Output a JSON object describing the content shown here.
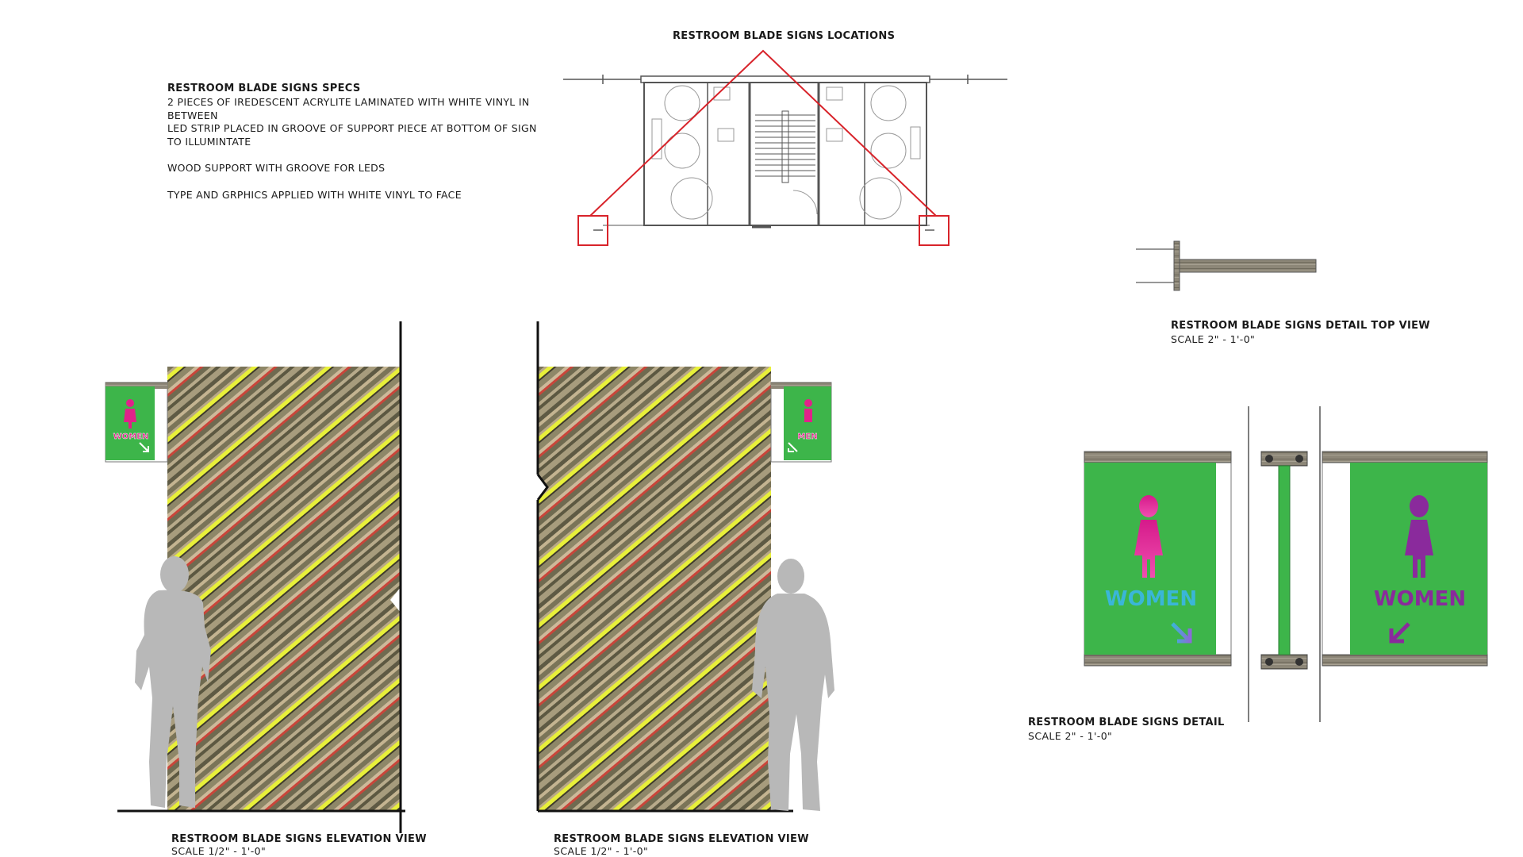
{
  "specs": {
    "title": "RESTROOM BLADE SIGNS SPECS",
    "lines": [
      "2 PIECES OF IREDESCENT ACRYLITE LAMINATED WITH WHITE VINYL IN BETWEEN",
      "LED STRIP PLACED IN GROOVE OF SUPPORT PIECE AT BOTTOM OF SIGN TO ILLUMINTATE",
      "WOOD SUPPORT WITH GROOVE FOR LEDS",
      "TYPE AND GRPHICS APPLIED WITH WHITE VINYL TO FACE"
    ]
  },
  "locations": {
    "title": "RESTROOM BLADE SIGNS LOCATIONS"
  },
  "elevation_left": {
    "title": "RESTROOM BLADE SIGNS ELEVATION VIEW",
    "scale": "SCALE 1/2\" - 1'-0\"",
    "sign_label": "WOMEN"
  },
  "elevation_right": {
    "title": "RESTROOM BLADE SIGNS ELEVATION VIEW",
    "scale": "SCALE 1/2\" - 1'-0\"",
    "sign_label": "MEN"
  },
  "top_view": {
    "title": "RESTROOM BLADE SIGNS DETAIL TOP VIEW",
    "scale": "SCALE 2\" - 1'-0\""
  },
  "detail": {
    "title": "RESTROOM BLADE SIGNS DETAIL",
    "scale": "SCALE 2\" - 1'-0\"",
    "face_left_label": "WOMEN",
    "face_right_label": "WOMEN"
  },
  "colors": {
    "sign_green": "#3db54a",
    "wood": "#8d8778",
    "accent_red": "#d8232a",
    "led_yellow": "#e8f03a",
    "magenta": "#e0218a",
    "purple": "#8a2a9c",
    "cyan": "#3aa8d8",
    "silhouette": "#b8b8b8"
  }
}
